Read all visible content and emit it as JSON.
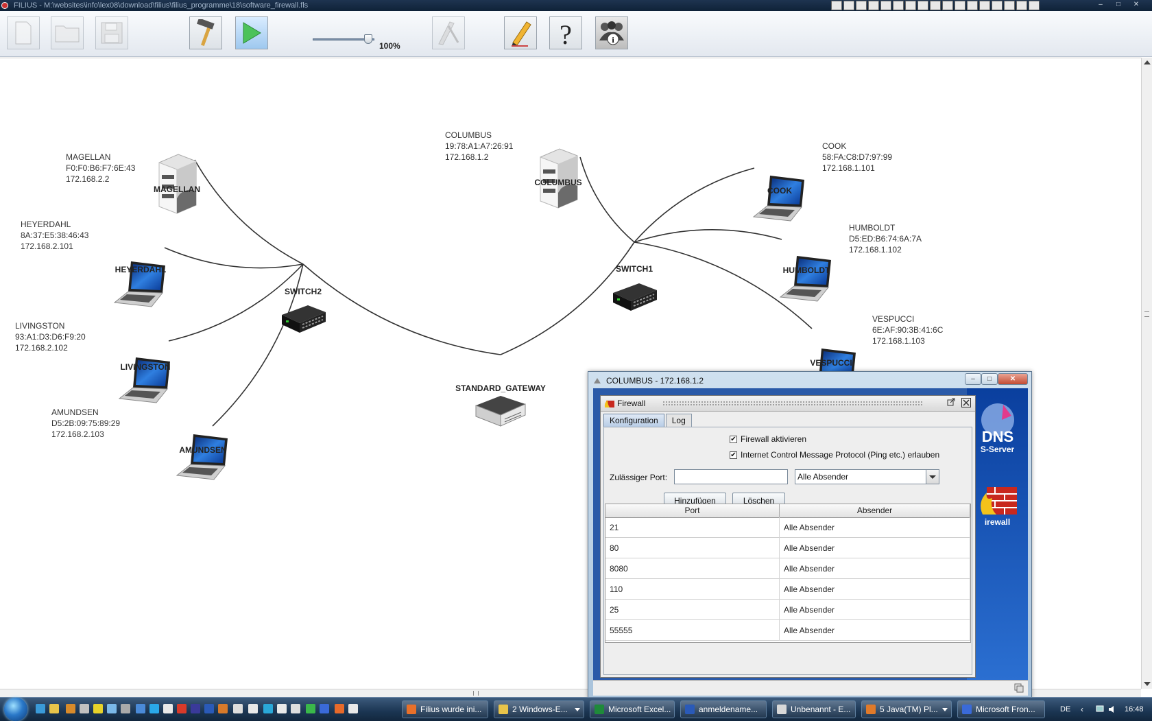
{
  "window": {
    "title": "FILIUS - M:\\websites\\info\\lex08\\download\\filius\\filius_programme\\18\\software_firewall.fls",
    "minimize": "–",
    "maximize": "□",
    "close": "✕"
  },
  "toolbar": {
    "zoom": "100%",
    "zoom_fraction": 0.9,
    "buttons": [
      {
        "name": "new-file",
        "icon": "document-icon",
        "enabled": false
      },
      {
        "name": "open-file",
        "icon": "folder-icon",
        "enabled": false
      },
      {
        "name": "save-file",
        "icon": "floppy-disk-icon",
        "enabled": false
      },
      {
        "name": "design-mode",
        "icon": "hammer-icon",
        "enabled": true
      },
      {
        "name": "simulation-mode",
        "icon": "play-icon",
        "enabled": true
      },
      {
        "name": "documentation",
        "icon": "drawing-tools-icon",
        "enabled": false
      },
      {
        "name": "edit",
        "icon": "pencil-icon",
        "enabled": true
      },
      {
        "name": "help",
        "icon": "question-mark-icon",
        "enabled": true
      },
      {
        "name": "info",
        "icon": "people-info-icon",
        "enabled": true
      }
    ]
  },
  "network": {
    "nodes": [
      {
        "id": "magellan",
        "type": "server",
        "name": "MAGELLAN",
        "info_lines": [
          "MAGELLAN",
          "F0:F0:B6:F7:6E:43",
          "172.168.2.2"
        ]
      },
      {
        "id": "heyerdahl",
        "type": "laptop",
        "name": "HEYERDAHL",
        "info_lines": [
          "HEYERDAHL",
          "8A:37:E5:38:46:43",
          "172.168.2.101"
        ]
      },
      {
        "id": "livingston",
        "type": "laptop",
        "name": "LIVINGSTON",
        "info_lines": [
          "LIVINGSTON",
          "93:A1:D3:D6:F9:20",
          "172.168.2.102"
        ]
      },
      {
        "id": "amundsen",
        "type": "laptop",
        "name": "AMUNDSEN",
        "info_lines": [
          "AMUNDSEN",
          "D5:2B:09:75:89:29",
          "172.168.2.103"
        ]
      },
      {
        "id": "switch2",
        "type": "switch",
        "name": "SWITCH2",
        "info_lines": []
      },
      {
        "id": "gateway",
        "type": "router",
        "name": "STANDARD_GATEWAY",
        "info_lines": []
      },
      {
        "id": "switch1",
        "type": "switch",
        "name": "SWITCH1",
        "info_lines": []
      },
      {
        "id": "columbus",
        "type": "server",
        "name": "COLUMBUS",
        "info_lines": [
          "COLUMBUS",
          "19:78:A1:A7:26:91",
          "172.168.1.2"
        ]
      },
      {
        "id": "cook",
        "type": "laptop",
        "name": "COOK",
        "info_lines": [
          "COOK",
          "58:FA:C8:D7:97:99",
          "172.168.1.101"
        ]
      },
      {
        "id": "humboldt",
        "type": "laptop",
        "name": "HUMBOLDT",
        "info_lines": [
          "HUMBOLDT",
          "D5:ED:B6:74:6A:7A",
          "172.168.1.102"
        ]
      },
      {
        "id": "vespucci",
        "type": "laptop",
        "name": "VESPUCCI",
        "info_lines": [
          "VESPUCCI",
          "6E:AF:90:3B:41:6C",
          "172.168.1.103"
        ]
      }
    ],
    "links": [
      [
        "magellan",
        "switch2"
      ],
      [
        "heyerdahl",
        "switch2"
      ],
      [
        "livingston",
        "switch2"
      ],
      [
        "amundsen",
        "switch2"
      ],
      [
        "switch2",
        "gateway"
      ],
      [
        "gateway",
        "switch1"
      ],
      [
        "columbus",
        "switch1"
      ],
      [
        "cook",
        "switch1"
      ],
      [
        "humboldt",
        "switch1"
      ],
      [
        "vespucci",
        "switch1"
      ]
    ]
  },
  "dialog": {
    "title": "COLUMBUS - 172.168.1.2",
    "apps": [
      {
        "label": "DNS",
        "caption": "S-Server",
        "icon": "dns-icon"
      },
      {
        "label": "",
        "caption": "irewall",
        "icon": "firewall-icon"
      }
    ],
    "firewall": {
      "title": "Firewall",
      "tabs": [
        "Konfiguration",
        "Log"
      ],
      "active_tab": 0,
      "enable_label": "Firewall aktivieren",
      "enable_checked": true,
      "icmp_label": "Internet Control Message Protocol (Ping etc.) erlauben",
      "icmp_checked": true,
      "port_label": "Zulässiger Port:",
      "port_value": "",
      "sender_selected": "Alle Absender",
      "add_button": "Hinzufügen",
      "delete_button": "Löschen",
      "columns": [
        "Port",
        "Absender"
      ],
      "rows": [
        {
          "port": "21",
          "sender": "Alle Absender"
        },
        {
          "port": "80",
          "sender": "Alle Absender"
        },
        {
          "port": "8080",
          "sender": "Alle Absender"
        },
        {
          "port": "110",
          "sender": "Alle Absender"
        },
        {
          "port": "25",
          "sender": "Alle Absender"
        },
        {
          "port": "55555",
          "sender": "Alle Absender"
        }
      ]
    }
  },
  "taskbar": {
    "tasks": [
      {
        "label": "Filius wurde ini...",
        "icon_color": "#e8702a"
      },
      {
        "label": "2 Windows-E...",
        "icon_color": "#e8c44a"
      },
      {
        "label": "Microsoft Excel...",
        "icon_color": "#1f8a3a"
      },
      {
        "label": "anmeldename...",
        "icon_color": "#2a5ab8"
      },
      {
        "label": "Unbenannt - E...",
        "icon_color": "#d8d8d8"
      },
      {
        "label": "5 Java(TM) Pl...",
        "icon_color": "#e07a2a"
      },
      {
        "label": "Microsoft Fron...",
        "icon_color": "#3a6ad8"
      }
    ],
    "language": "DE",
    "clock": "16:48"
  }
}
